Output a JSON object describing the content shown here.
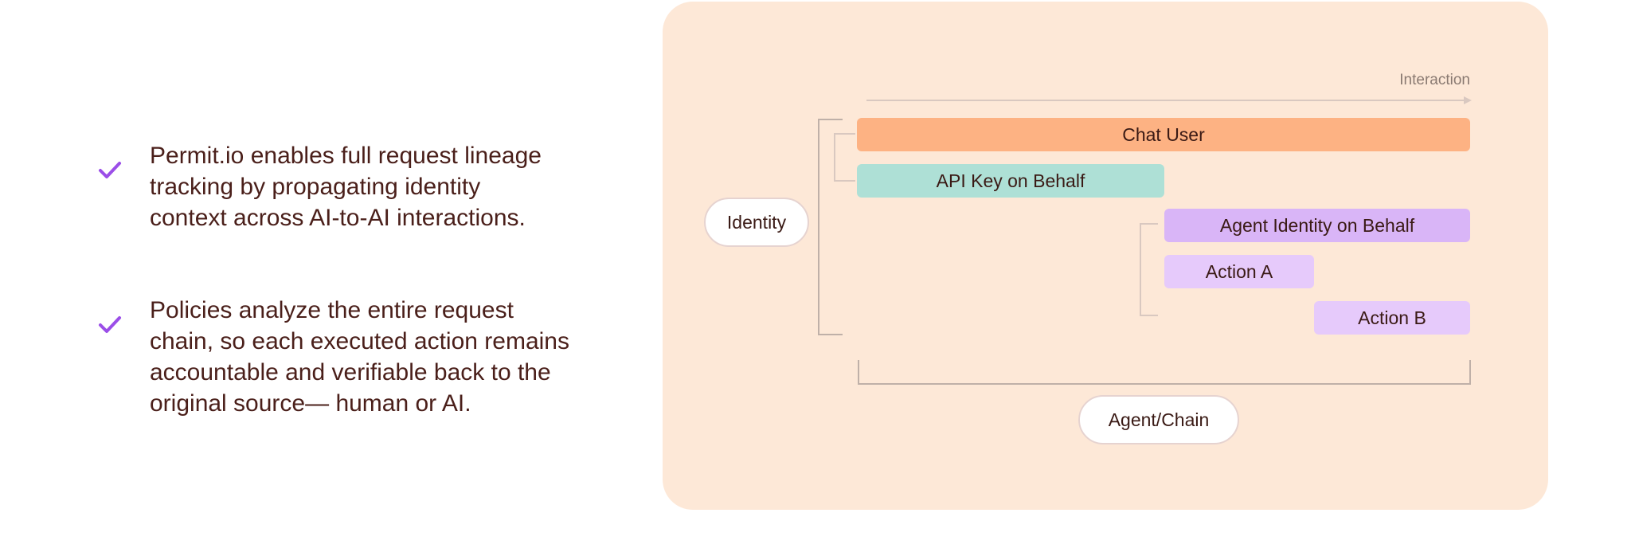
{
  "bullets": [
    {
      "icon": "check-icon",
      "text": "Permit.io enables full request lineage\ntracking by propagating identity\ncontext across AI-to-AI interactions."
    },
    {
      "icon": "check-icon",
      "text": "Policies analyze the entire request\nchain, so each executed action remains\naccountable and verifiable back to the\noriginal source— human or AI."
    }
  ],
  "diagram": {
    "interaction_label": "Interaction",
    "identity_label": "Identity",
    "agent_chain_label": "Agent/Chain",
    "bars": {
      "chat_user": "Chat User",
      "api_key": "API Key on Behalf",
      "agent_identity": "Agent Identity on Behalf",
      "action_a": "Action A",
      "action_b": "Action B"
    }
  },
  "colors": {
    "text": "#4a1f1a",
    "check": "#9b4ee8",
    "panel": "#fde8d7",
    "chat_user": "#fdb283",
    "api_key": "#aee0d6",
    "agent_identity": "#d9b5f7",
    "action": "#e6cafb",
    "bracket": "#bfb0a8"
  }
}
